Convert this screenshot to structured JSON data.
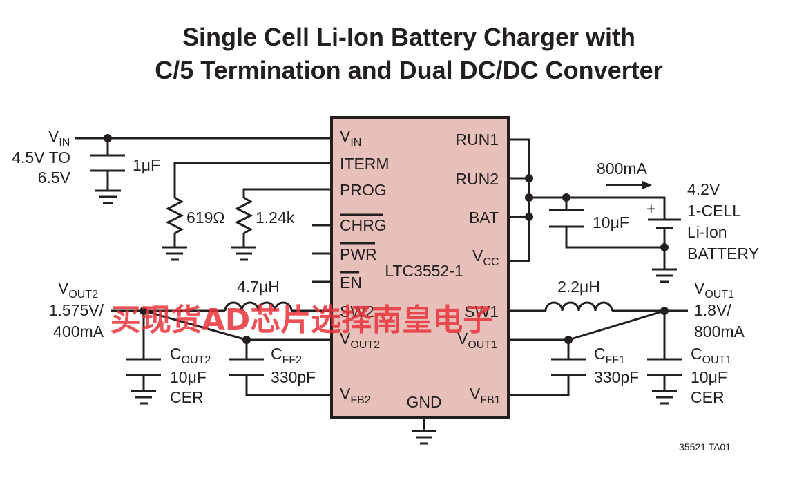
{
  "title": {
    "line1": "Single Cell Li-Ion Battery Charger with",
    "line2": "C/5 Termination and Dual DC/DC Converter"
  },
  "ic": {
    "part": "LTC3552-1",
    "pins_left": {
      "vin": "V",
      "vin_sub": "IN",
      "iterm": "ITERM",
      "prog": "PROG",
      "chrg": "CHRG",
      "pwr": "PWR",
      "en": "EN",
      "sw2": "SW2",
      "vout2": "V",
      "vout2_sub": "OUT2",
      "vfb2": "V",
      "vfb2_sub": "FB2"
    },
    "pins_right": {
      "run1": "RUN1",
      "run2": "RUN2",
      "bat": "BAT",
      "vcc": "V",
      "vcc_sub": "CC",
      "sw1": "SW1",
      "vout1": "V",
      "vout1_sub": "OUT1",
      "vfb1": "V",
      "vfb1_sub": "FB1"
    },
    "gnd": "GND"
  },
  "input": {
    "v": "V",
    "v_sub": "IN",
    "range1": "4.5V TO",
    "range2": "6.5V",
    "cap": "1μF"
  },
  "resistors": {
    "iterm": "619Ω",
    "prog": "1.24k"
  },
  "battery": {
    "current": "800mA",
    "cap": "10μF",
    "plus": "+",
    "l1": "4.2V",
    "l2": "1-CELL",
    "l3": "Li-Ion",
    "l4": "BATTERY"
  },
  "out2": {
    "v": "V",
    "v_sub": "OUT2",
    "volt": "1.575V/",
    "curr": "400mA",
    "inductor": "4.7μH",
    "cout": "C",
    "cout_sub": "OUT2",
    "cout_val": "10μF",
    "cout_type": "CER",
    "cff": "C",
    "cff_sub": "FF2",
    "cff_val": "330pF"
  },
  "out1": {
    "v": "V",
    "v_sub": "OUT1",
    "volt": "1.8V/",
    "curr": "800mA",
    "inductor": "2.2μH",
    "cout": "C",
    "cout_sub": "OUT1",
    "cout_val": "10μF",
    "cout_type": "CER",
    "cff": "C",
    "cff_sub": "FF1",
    "cff_val": "330pF"
  },
  "figure_code": "35521 TA01",
  "watermark": "买现货AD芯片选择南皇电子",
  "colors": {
    "ic_fill": "#e8c0bb",
    "ink": "#231f20",
    "watermark": "#e8333a"
  }
}
